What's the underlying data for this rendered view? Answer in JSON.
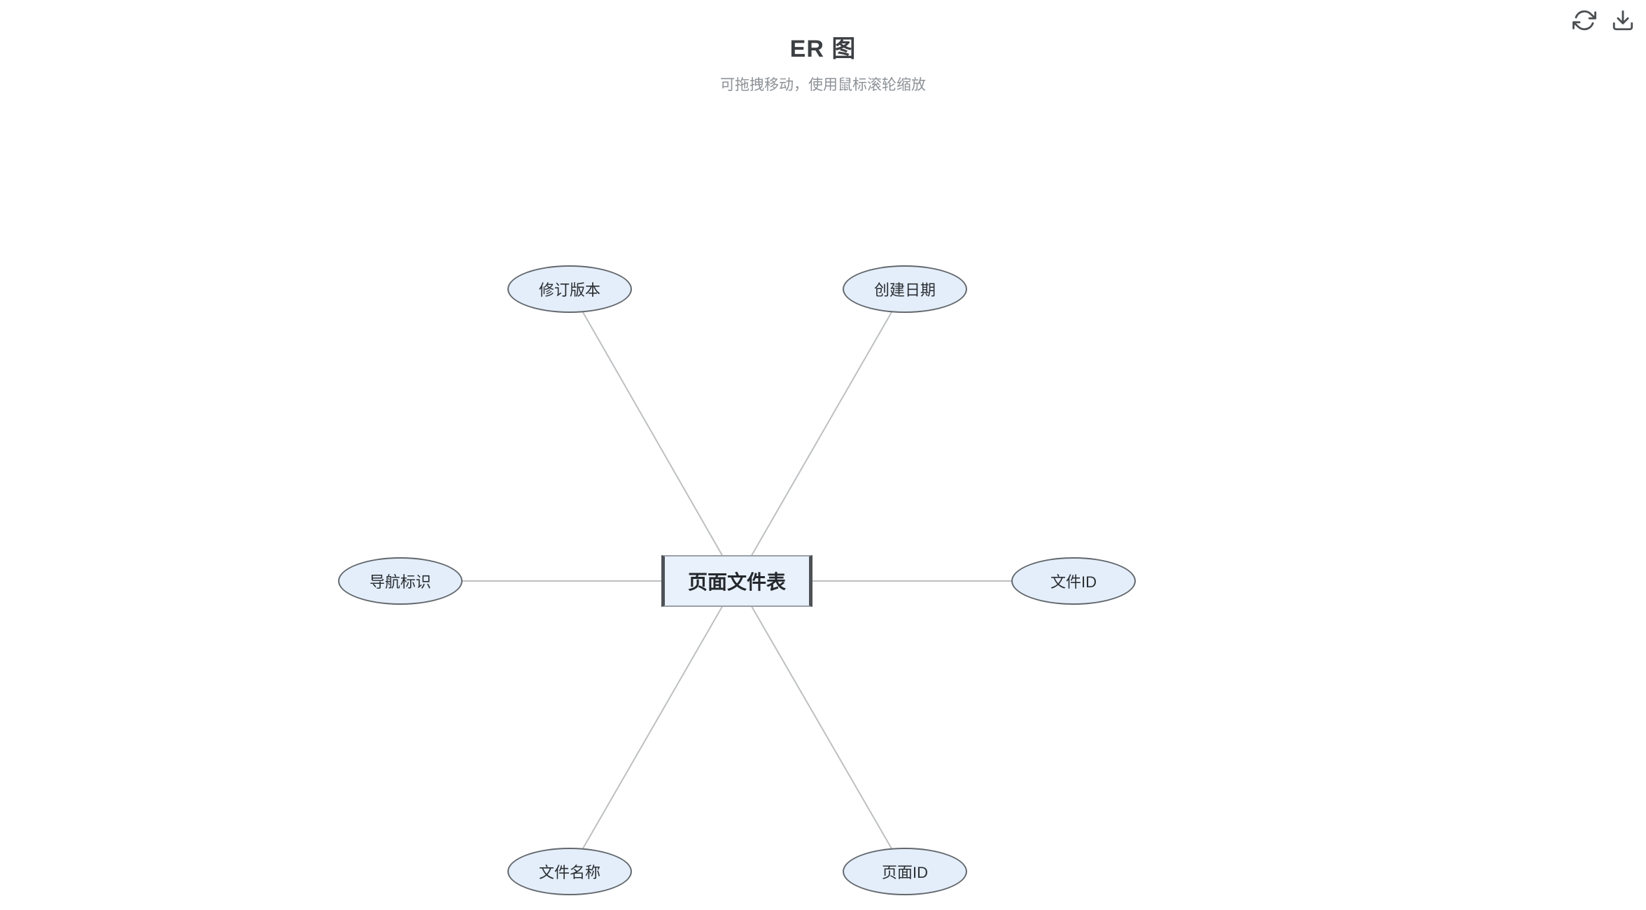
{
  "header": {
    "title": "ER 图",
    "subtitle": "可拖拽移动，使用鼠标滚轮缩放"
  },
  "toolbar": {
    "refresh_icon": "refresh",
    "download_icon": "download"
  },
  "diagram": {
    "type": "er-graph",
    "entity": {
      "label": "页面文件表",
      "shape": "rect"
    },
    "attributes": [
      {
        "label": "修订版本",
        "position": "top-left",
        "shape": "ellipse"
      },
      {
        "label": "创建日期",
        "position": "top-right",
        "shape": "ellipse"
      },
      {
        "label": "导航标识",
        "position": "left",
        "shape": "ellipse"
      },
      {
        "label": "文件ID",
        "position": "right",
        "shape": "ellipse"
      },
      {
        "label": "文件名称",
        "position": "bottom-left",
        "shape": "ellipse"
      },
      {
        "label": "页面ID",
        "position": "bottom-right",
        "shape": "ellipse"
      }
    ],
    "edges": [
      [
        "页面文件表",
        "修订版本"
      ],
      [
        "页面文件表",
        "创建日期"
      ],
      [
        "页面文件表",
        "导航标识"
      ],
      [
        "页面文件表",
        "文件ID"
      ],
      [
        "页面文件表",
        "文件名称"
      ],
      [
        "页面文件表",
        "页面ID"
      ]
    ],
    "colors": {
      "node_fill": "#e4eefb",
      "node_border": "#63686d",
      "entity_fill": "#e8f1fc",
      "entity_side_border": "#4e5256",
      "edge_line": "#bdbfc1",
      "title_text": "#3d4043",
      "subtitle_text": "#8d9297",
      "icon": "#4c4f52"
    }
  }
}
